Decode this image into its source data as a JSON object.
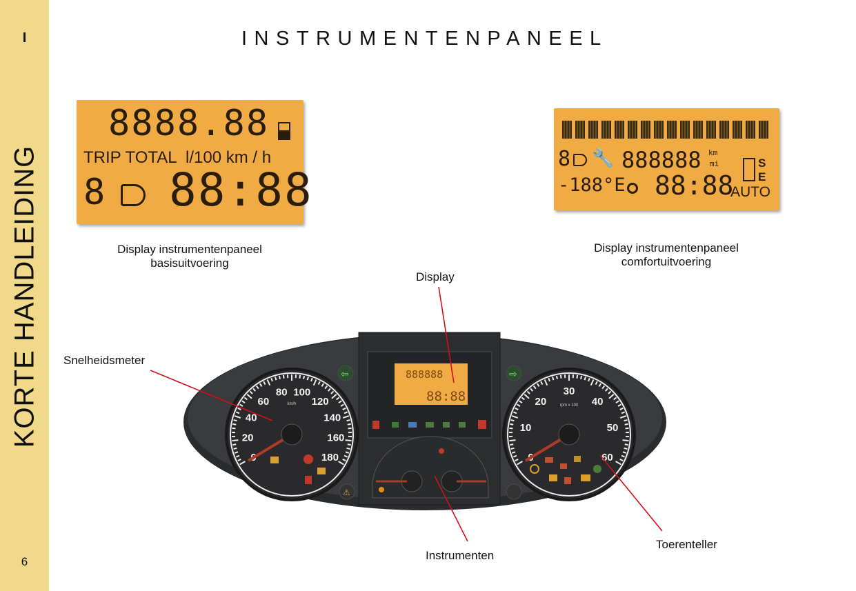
{
  "sidebar": {
    "section": "I",
    "vertical_title": "KORTE HANDLEIDING",
    "page_number": "6"
  },
  "page_title": "INSTRUMENTENPANEEL",
  "lcd_basic": {
    "odo": "8888.88",
    "labels": "TRIP TOTAL  l/100 km / h",
    "gear": "8",
    "clock": "88:88"
  },
  "lcd_comfort": {
    "gear": "8",
    "odo": "888888",
    "unit_km": "km",
    "unit_mi": "mi",
    "temp": "-188°E",
    "clock": "88:88",
    "s": "S",
    "e": "E",
    "auto": "AUTO"
  },
  "captions": {
    "basic_line1": "Display instrumentenpaneel",
    "basic_line2": "basisuitvoering",
    "comfort_line1": "Display instrumentenpaneel",
    "comfort_line2": "comfortuitvoering"
  },
  "callouts": {
    "display": "Display",
    "speedometer": "Snelheidsmeter",
    "instruments": "Instrumenten",
    "tachometer": "Toerenteller"
  },
  "dashboard": {
    "speed_labels": [
      "0",
      "20",
      "40",
      "60",
      "80",
      "100",
      "120",
      "140",
      "160",
      "180"
    ],
    "speed_unit": "km/h",
    "rpm_labels": [
      "0",
      "10",
      "20",
      "30",
      "40",
      "50",
      "60"
    ],
    "rpm_unit": "rpm x 100",
    "mini_lcd_top": "888888",
    "mini_lcd_bottom": "88:88",
    "colors": {
      "needle": "#c0392b",
      "callout_line": "#d0101a",
      "lcd": "#f1ab45",
      "panel": "#2f3032"
    }
  }
}
